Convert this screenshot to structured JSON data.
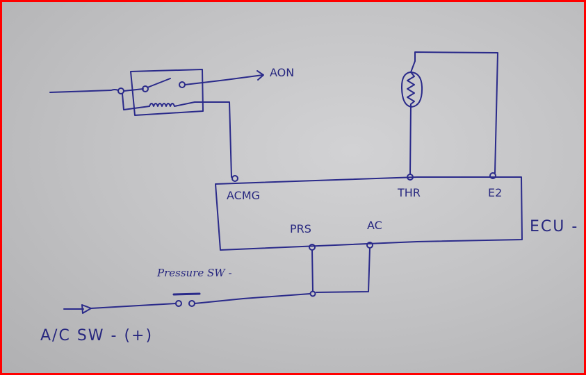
{
  "diagram": {
    "type": "hand-drawn circuit schematic",
    "labels": {
      "relay_output": "AON",
      "ecu_pin_acmg": "ACMG",
      "ecu_pin_thr": "THR",
      "ecu_pin_e2": "E2",
      "ecu_pin_prs": "PRS",
      "ecu_pin_ac": "AC",
      "ecu_name": "ECU -",
      "pressure_switch": "Pressure SW -",
      "ac_switch": "A/C SW - (+)"
    },
    "components": [
      "relay",
      "thermistor",
      "ECU",
      "pressure switch",
      "A/C switch input"
    ],
    "colors": {
      "ink": "#2a2a8a",
      "frame": "#ff0000",
      "paper": "#c8c8ca"
    }
  }
}
